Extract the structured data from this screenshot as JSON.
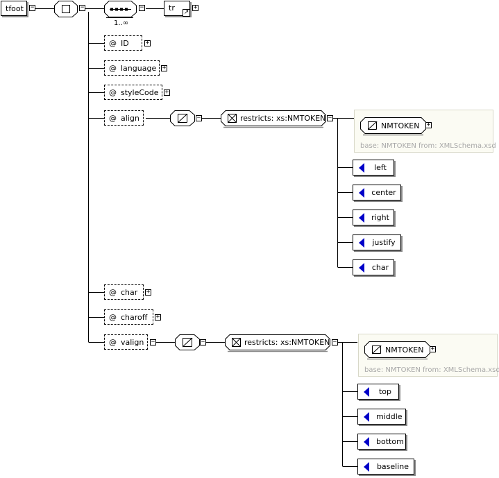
{
  "root": {
    "name": "tfoot"
  },
  "sequence": {
    "cardinality": "1..∞"
  },
  "child": {
    "name": "tr"
  },
  "attributes": {
    "at_symbol": "@",
    "id": "ID",
    "language": "language",
    "styleCode": "styleCode",
    "align": "align",
    "char": "char",
    "charoff": "charoff",
    "valign": "valign"
  },
  "align_type": {
    "restriction": "restricts: xs:NMTOKEN",
    "base_name": "NMTOKEN",
    "base_info": "base: NMTOKEN from: XMLSchema.xsd",
    "enumerations": [
      "left",
      "center",
      "right",
      "justify",
      "char"
    ]
  },
  "valign_type": {
    "restriction": "restricts: xs:NMTOKEN",
    "base_name": "NMTOKEN",
    "base_info": "base: NMTOKEN from: XMLSchema.xsd",
    "enumerations": [
      "top",
      "middle",
      "bottom",
      "baseline"
    ]
  },
  "expander_symbols": {
    "collapse": "−",
    "expand": "+"
  },
  "colors": {
    "enum_marker": "#0000c8",
    "shadow": "#8a8a8a",
    "base_text": "#a8a8a8",
    "panel_bg": "#fbfbf3"
  }
}
